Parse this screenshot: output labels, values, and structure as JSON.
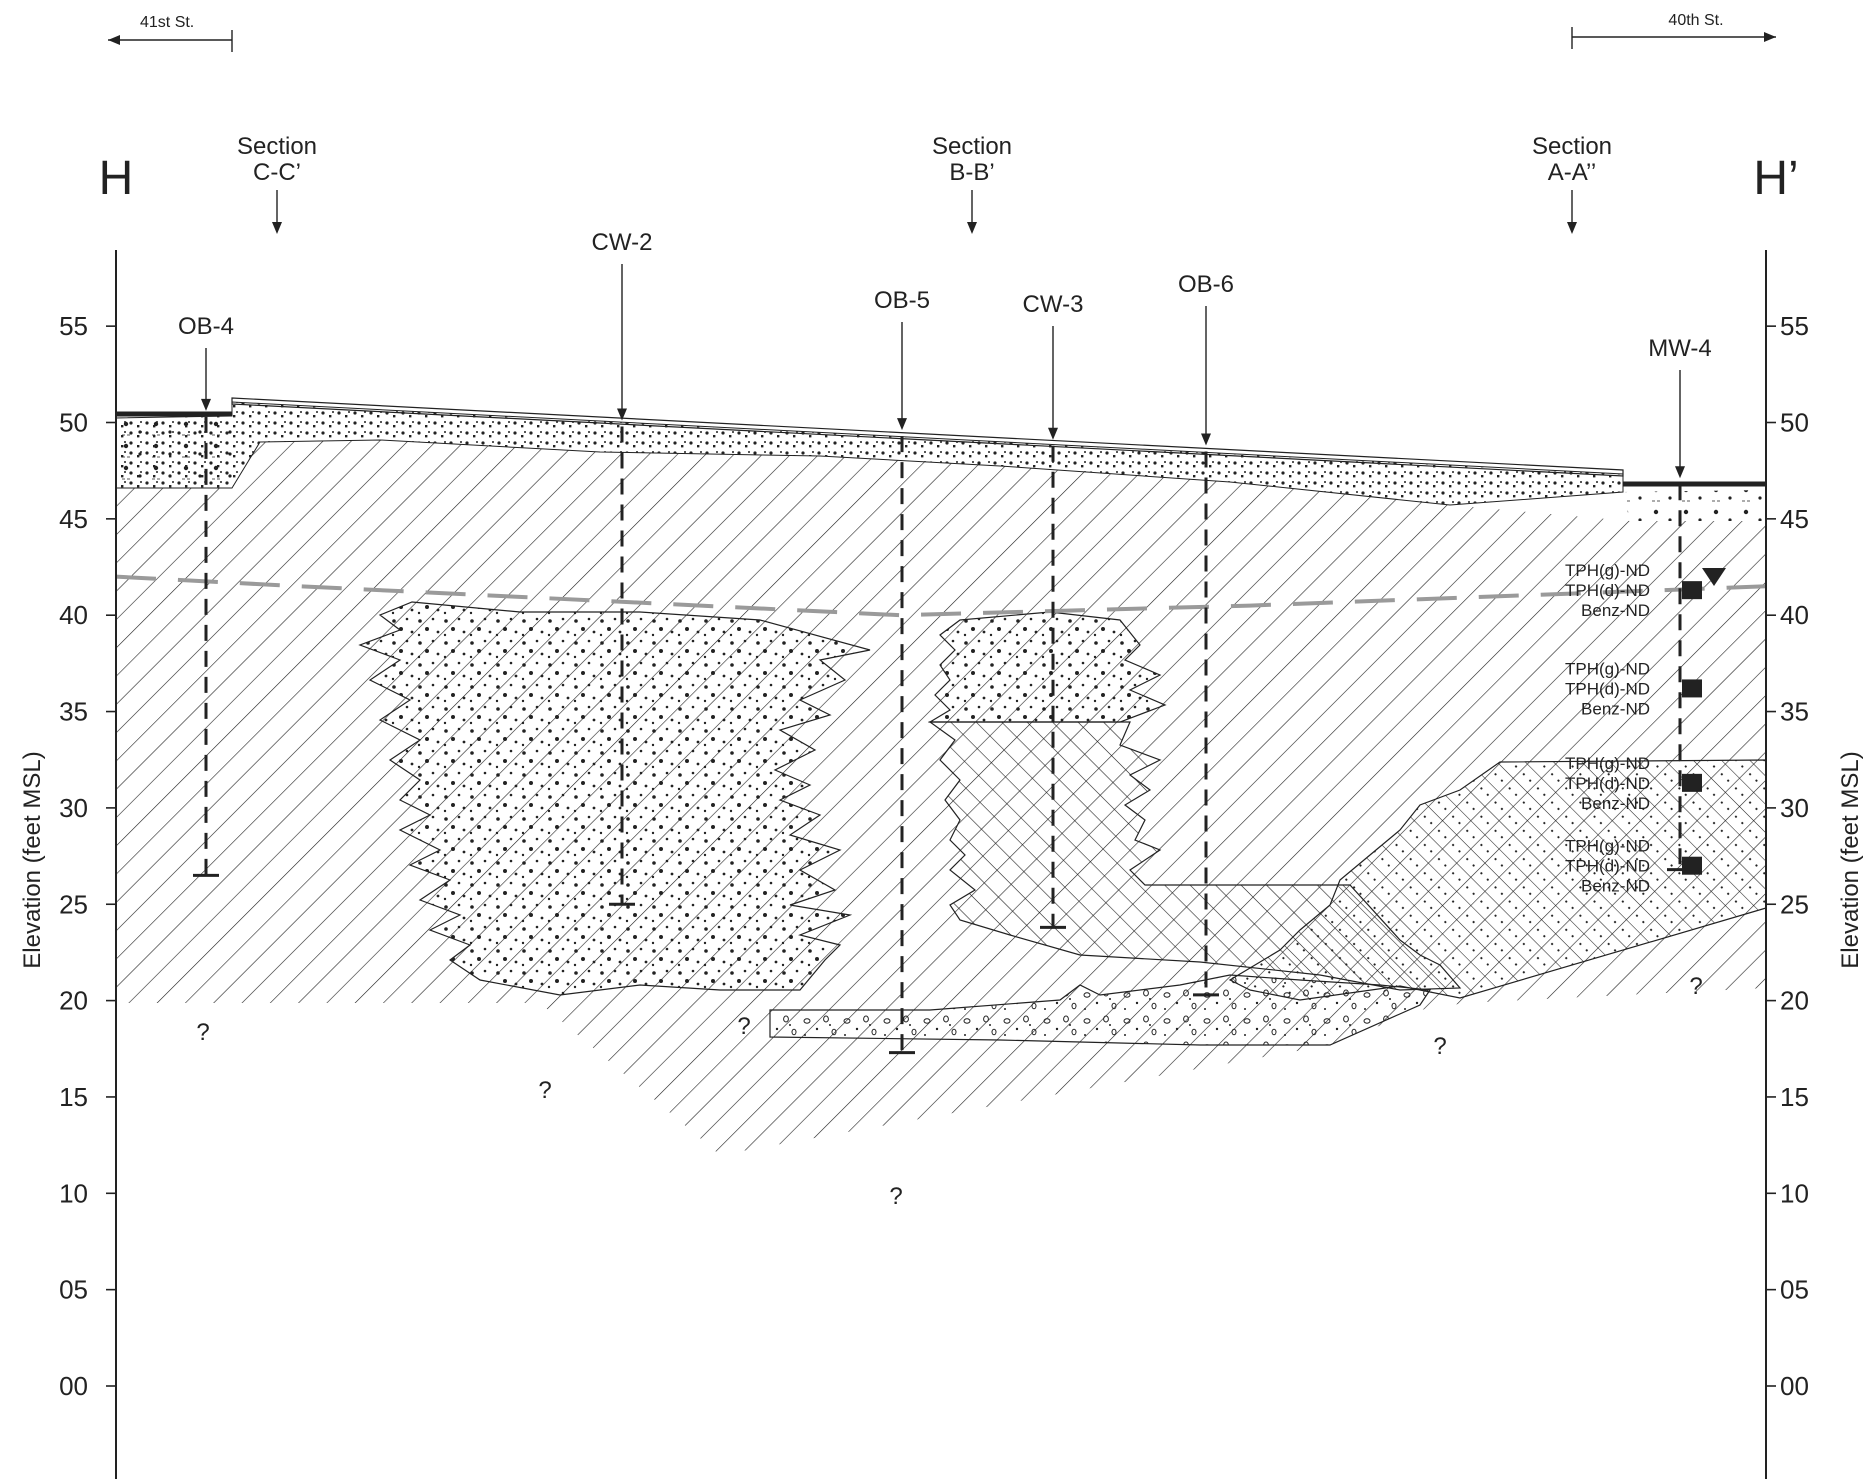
{
  "streets": {
    "left": "41st St.",
    "right": "40th St."
  },
  "section_ends": {
    "left": "H",
    "right": "H’"
  },
  "section_refs": [
    {
      "line1": "Section",
      "line2": "C-C’"
    },
    {
      "line1": "Section",
      "line2": "B-B’"
    },
    {
      "line1": "Section",
      "line2": "A-A’’"
    }
  ],
  "axis": {
    "left_label": "Elevation (feet MSL)",
    "right_label": "Elevation (feet MSL)",
    "ticks": [
      "55",
      "50",
      "45",
      "40",
      "35",
      "30",
      "25",
      "20",
      "15",
      "10",
      "05",
      "00"
    ],
    "tick_values": [
      55,
      50,
      45,
      40,
      35,
      30,
      25,
      20,
      15,
      10,
      5,
      0
    ]
  },
  "borings": [
    {
      "name": "OB-4",
      "top": 50.5,
      "bottom": 26.5
    },
    {
      "name": "CW-2",
      "top": 50.0,
      "bottom": 25.0
    },
    {
      "name": "OB-5",
      "top": 49.5,
      "bottom": 17.3
    },
    {
      "name": "CW-3",
      "top": 49.0,
      "bottom": 23.8
    },
    {
      "name": "OB-6",
      "top": 48.7,
      "bottom": 20.3
    },
    {
      "name": "MW-4",
      "top": 47.0,
      "bottom": 26.8
    }
  ],
  "water_table_elev": [
    42,
    41.5,
    40,
    40.5,
    41.5
  ],
  "samples": [
    {
      "elev": 41.3,
      "lines": [
        "TPH(g)-ND",
        "TPH(d)-ND",
        "Benz-ND"
      ]
    },
    {
      "elev": 36.2,
      "lines": [
        "TPH(g)-ND",
        "TPH(d)-ND",
        "Benz-ND"
      ]
    },
    {
      "elev": 31.3,
      "lines": [
        "TPH(g)-ND",
        "TPH(d)-ND",
        "Benz-ND"
      ]
    },
    {
      "elev": 27.0,
      "lines": [
        "TPH(g)-ND",
        "TPH(d)-ND",
        "Benz-ND"
      ]
    }
  ],
  "unknown_marks": [
    "?",
    "?",
    "?",
    "?",
    "?",
    "?"
  ],
  "colors": {
    "line": "#222222",
    "water_table": "#9a9a9a"
  }
}
